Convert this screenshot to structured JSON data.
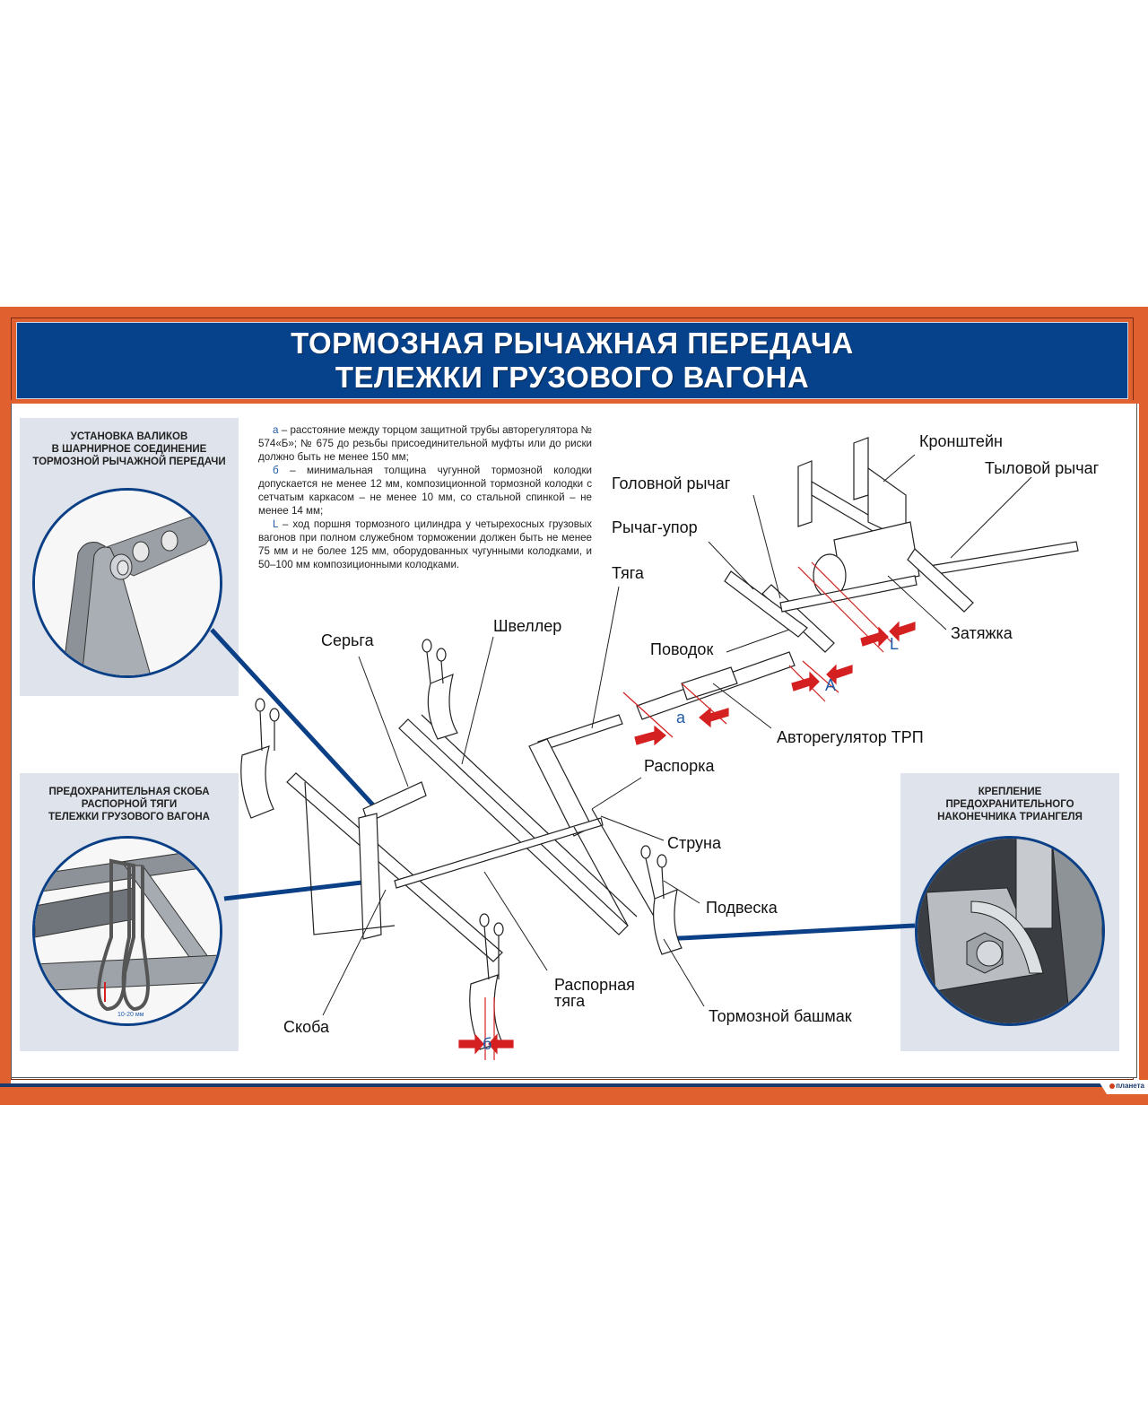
{
  "title": {
    "line1": "ТОРМОЗНАЯ РЫЧАЖНАЯ ПЕРЕДАЧА",
    "line2": "ТЕЛЕЖКИ ГРУЗОВОГО ВАГОНА"
  },
  "colors": {
    "frame_orange": "#e06030",
    "title_blue": "#06428c",
    "inset_bg": "#dfe3eb",
    "dimension_red": "#d42020",
    "dimension_blue": "#1f5aa6"
  },
  "notes": [
    {
      "symbol": "а",
      "text": " – расстояние между торцом защитной трубы авторегулятора № 574«Б»; № 675 до резьбы присоединительной муфты или до риски должно быть не менее 150 мм;"
    },
    {
      "symbol": "б",
      "text": " – минимальная толщина чугунной тормозной колодки допускается не менее 12 мм, композиционной тормозной колодки с сетчатым каркасом – не менее 10 мм, со стальной спинкой – не менее 14 мм;"
    },
    {
      "symbol": "L",
      "text": " – ход поршня тормозного цилиндра у четырехосных грузовых вагонов при полном служебном торможении должен быть не менее 75 мм и не более 125 мм, оборудованных чугунными колодками, и 50–100 мм композиционными колодками."
    }
  ],
  "insets": [
    {
      "title": "УСТАНОВКА ВАЛИКОВ\nВ ШАРНИРНОЕ СОЕДИНЕНИЕ\nТОРМОЗНОЙ РЫЧАЖНОЙ ПЕРЕДАЧИ",
      "lines": [
        "УСТАНОВКА ВАЛИКОВ",
        "В ШАРНИРНОЕ СОЕДИНЕНИЕ",
        "ТОРМОЗНОЙ РЫЧАЖНОЙ ПЕРЕДАЧИ"
      ]
    },
    {
      "title": "ПРЕДОХРАНИТЕЛЬНАЯ СКОБА\nРАСПОРНОЙ ТЯГИ\nТЕЛЕЖКИ ГРУЗОВОГО ВАГОНА",
      "lines": [
        "ПРЕДОХРАНИТЕЛЬНАЯ СКОБА",
        "РАСПОРНОЙ ТЯГИ",
        "ТЕЛЕЖКИ ГРУЗОВОГО ВАГОНА"
      ],
      "dimension": "10-20 мм"
    },
    {
      "title": "КРЕПЛЕНИЕ\nПРЕДОХРАНИТЕЛЬНОГО\nНАКОНЕЧНИКА ТРИАНГЕЛЯ",
      "lines": [
        "КРЕПЛЕНИЕ",
        "ПРЕДОХРАНИТЕЛЬНОГО",
        "НАКОНЕЧНИКА ТРИАНГЕЛЯ"
      ]
    }
  ],
  "labels": {
    "kronshtein": "Кронштейн",
    "tylovoy_rychag": "Тыловой рычаг",
    "golovnoy_rychag": "Головной рычаг",
    "rychag_upor": "Рычаг-упор",
    "tyaga": "Тяга",
    "zatyazhka": "Затяжка",
    "povodok": "Поводок",
    "avtoregulyator": "Авторегулятор ТРП",
    "shveller": "Швеллер",
    "serga": "Серьга",
    "rasporka": "Распорка",
    "struna": "Струна",
    "podveska": "Подвеска",
    "rasporaya_tyaga_1": "Распорная",
    "rasporaya_tyaga_2": "тяга",
    "skoba": "Скоба",
    "tormoznoy_bashmak": "Тормозной башмак"
  },
  "dimensions": {
    "L": "L",
    "A": "A",
    "a": "а",
    "b": "б"
  },
  "brand": "планета"
}
